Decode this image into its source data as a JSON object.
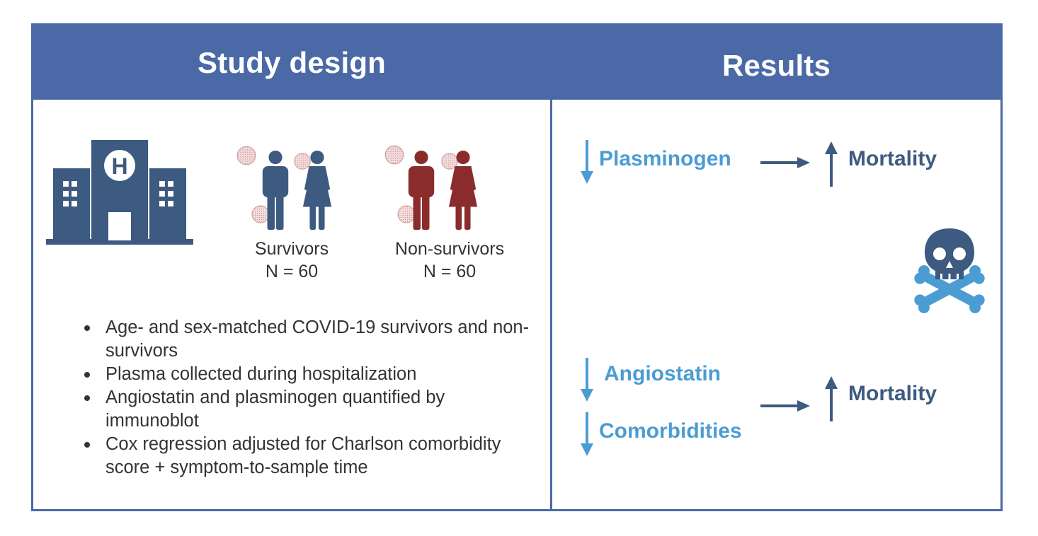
{
  "study_design": {
    "title": "Study design",
    "groups": [
      {
        "name": "Survivors",
        "n": "N = 60",
        "color": "#3d5a80"
      },
      {
        "name": "Non-survivors",
        "n": "N = 60",
        "color": "#8b2c2c"
      }
    ],
    "bullets": [
      "Age- and sex-matched COVID-19 survivors and non-survivors",
      "Plasma collected during hospitalization",
      "Angiostatin and plasminogen quantified by immunoblot",
      "Cox regression adjusted for Charlson comorbidity score + symptom-to-sample time"
    ]
  },
  "results": {
    "title": "Results",
    "rows": [
      {
        "factor": "Plasminogen",
        "outcome": "Mortality"
      },
      {
        "factors": [
          "Angiostatin",
          "Comorbidities"
        ],
        "outcome": "Mortality"
      }
    ]
  },
  "colors": {
    "header": "#4a69a6",
    "accent_light": "#4b9cd3",
    "accent_dark": "#3d5a80",
    "non_survivor": "#8b2c2c",
    "virus": "#d9aaaa"
  },
  "icons": {
    "hospital": "hospital-icon",
    "virus": "virus-icon",
    "male": "person-male-icon",
    "female": "person-female-icon",
    "skull": "skull-crossbones-icon",
    "down": "arrow-down-icon",
    "up": "arrow-up-icon",
    "right": "arrow-right-icon"
  }
}
